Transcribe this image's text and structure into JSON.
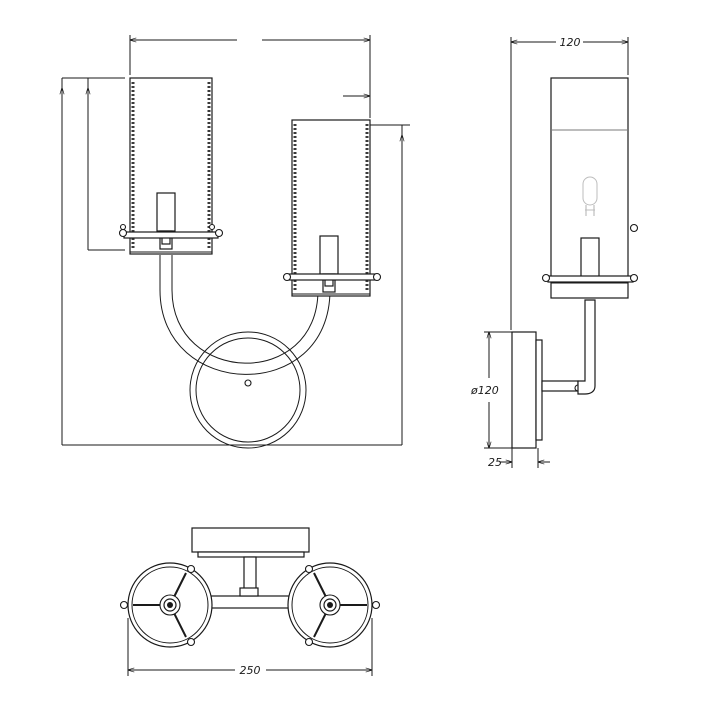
{
  "drawing": {
    "dimensions": {
      "side_width": "120",
      "base_diameter": "ø120",
      "base_depth": "25",
      "total_width": "250"
    },
    "colors": {
      "line": "#1a1a1a",
      "background": "#ffffff",
      "accent_gray": "#7a7a7a"
    }
  }
}
